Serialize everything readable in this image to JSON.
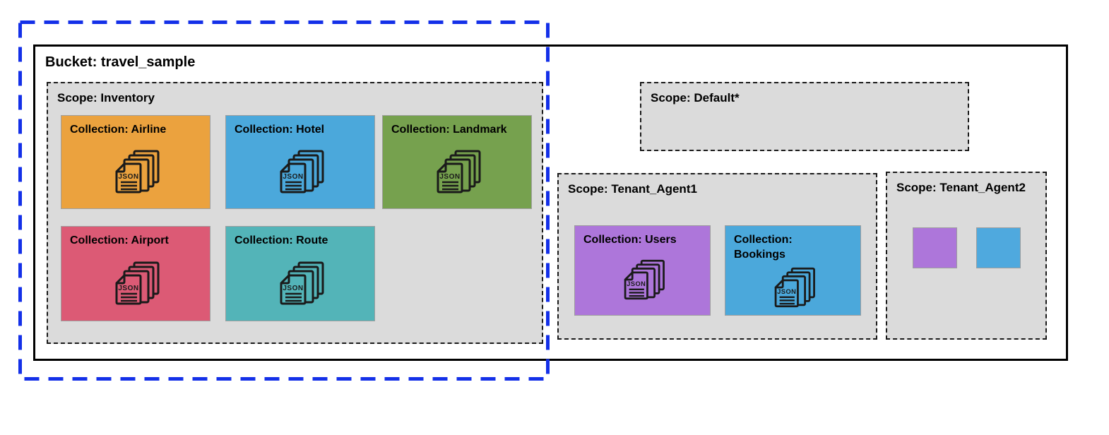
{
  "bucket": {
    "title": "Bucket: travel_sample"
  },
  "scopes": {
    "inventory": {
      "label": "Scope: Inventory",
      "collections": [
        {
          "label": "Collection: Airline",
          "color": "#EBA23E"
        },
        {
          "label": "Collection: Hotel",
          "color": "#4BA8DB"
        },
        {
          "label": "Collection: Landmark",
          "color": "#76A14E"
        },
        {
          "label": "Collection: Airport",
          "color": "#DC5A75"
        },
        {
          "label": "Collection: Route",
          "color": "#53B4B8"
        }
      ]
    },
    "default": {
      "label": "Scope: Default*",
      "collections": []
    },
    "tenant_agent1": {
      "label": "Scope: Tenant_Agent1",
      "collections": [
        {
          "label": "Collection: Users",
          "color": "#AD76DA"
        },
        {
          "label": "Collection: Bookings",
          "color": "#4BA8DB"
        }
      ]
    },
    "tenant_agent2": {
      "label": "Scope: Tenant_Agent2",
      "collections": [
        {
          "label": "",
          "color": "#AD76DA"
        },
        {
          "label": "",
          "color": "#4FA9DE"
        }
      ]
    }
  },
  "icons": {
    "json_doc": "json-document-stack-icon"
  },
  "colors": {
    "highlight_frame": "#1430E8",
    "scope_background": "#DBDBDB",
    "bucket_border": "#000000",
    "icon_stroke": "#1A1A1A"
  }
}
